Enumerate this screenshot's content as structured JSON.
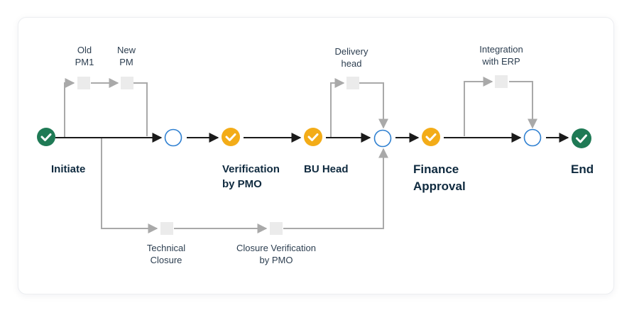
{
  "colors": {
    "done": "#1f7a55",
    "review": "#f3ac18",
    "pending_border": "#2f80d1",
    "main_line": "#1a1a1a",
    "branch_line": "#a9a9a9",
    "branch_box": "#ebebeb"
  },
  "icons": {
    "done": "check-icon",
    "review": "check-icon",
    "pending": "empty-circle"
  },
  "stages": {
    "initiate": "Initiate",
    "verification": [
      "Verification",
      "by PMO"
    ],
    "bu_head": "BU Head",
    "finance": [
      "Finance",
      "Approval"
    ],
    "end": "End"
  },
  "branches": {
    "old_pm": [
      "Old",
      "PM1"
    ],
    "new_pm": [
      "New",
      "PM"
    ],
    "delivery_head": [
      "Delivery",
      "head"
    ],
    "integration": [
      "Integration",
      "with ERP"
    ],
    "technical_closure": [
      "Technical",
      "Closure"
    ],
    "closure_verification": [
      "Closure Verification",
      "by PMO"
    ]
  }
}
